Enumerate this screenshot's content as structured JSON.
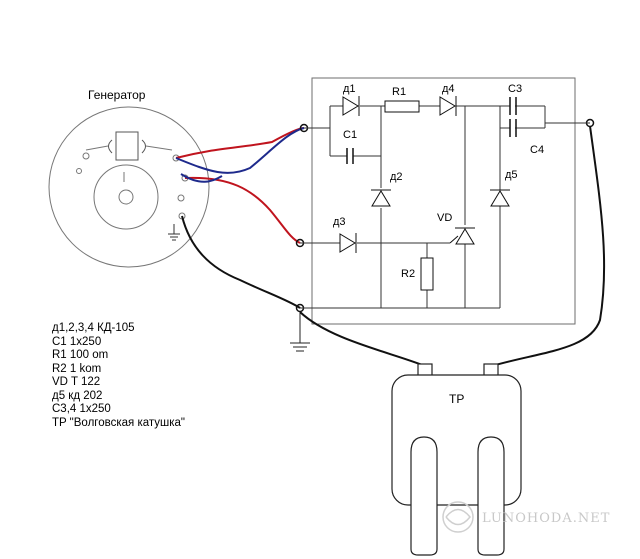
{
  "title": "Генератор",
  "components": {
    "d1": "д1",
    "d2": "д2",
    "d3": "д3",
    "d4": "д4",
    "d5": "д5",
    "r1": "R1",
    "r2": "R2",
    "c1": "C1",
    "c3": "C3",
    "c4": "C4",
    "vd": "VD",
    "tr": "TP"
  },
  "legend": [
    {
      "text": "д1,2,3,4     КД-105"
    },
    {
      "text": "C1 1x250"
    },
    {
      "text": "R1 100 om"
    },
    {
      "text": "R2 1 kom"
    },
    {
      "text": "VD   T 122"
    },
    {
      "text": "д5 кд 202"
    },
    {
      "text": "C3,4 1x250"
    },
    {
      "text": "TP \"Волговская катушка\""
    }
  ],
  "watermark": "LUNOHODA.NET",
  "colors": {
    "red_wire": "#c0141e",
    "blue_wire": "#1e2a8c",
    "black_wire": "#111111",
    "box": "#6e6e6e"
  }
}
